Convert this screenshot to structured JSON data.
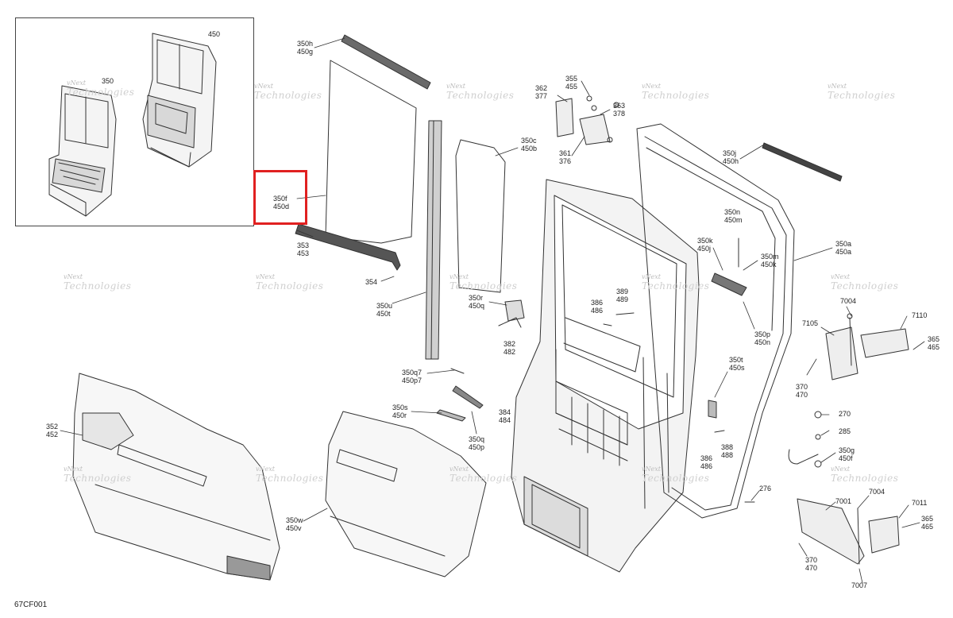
{
  "figure_code": "67CF001",
  "watermark": {
    "line1": "vNext",
    "line2": "Technologies"
  },
  "callouts": {
    "c450": [
      "450"
    ],
    "c350_inset": [
      "350"
    ],
    "c350h": [
      "350h",
      "450g"
    ],
    "c350f": [
      "350f",
      "450d"
    ],
    "c353": [
      "353",
      "453"
    ],
    "c354": [
      "354"
    ],
    "c350u": [
      "350u",
      "450t"
    ],
    "c350c": [
      "350c",
      "450b"
    ],
    "c362": [
      "362",
      "377"
    ],
    "c355": [
      "355",
      "455"
    ],
    "c363": [
      "363",
      "378"
    ],
    "c361": [
      "361",
      "376"
    ],
    "c350j": [
      "350j",
      "450h"
    ],
    "c350n": [
      "350n",
      "450m"
    ],
    "c350k": [
      "350k",
      "450j"
    ],
    "c350m": [
      "350m",
      "450k"
    ],
    "c350a": [
      "350a",
      "450a"
    ],
    "c350r": [
      "350r",
      "450q"
    ],
    "c389": [
      "389",
      "489"
    ],
    "c386a": [
      "386",
      "486"
    ],
    "c350p": [
      "350p",
      "450n"
    ],
    "c7004a": [
      "7004"
    ],
    "c7105": [
      "7105"
    ],
    "c7110": [
      "7110"
    ],
    "c365a": [
      "365",
      "465"
    ],
    "c382": [
      "382",
      "482"
    ],
    "c350q7": [
      "350q7",
      "450p7"
    ],
    "c384": [
      "384",
      "484"
    ],
    "c350t": [
      "350t",
      "450s"
    ],
    "c370a": [
      "370",
      "470"
    ],
    "c352": [
      "352",
      "452"
    ],
    "c350s": [
      "350s",
      "450r"
    ],
    "c350q": [
      "350q",
      "450p"
    ],
    "c270": [
      "270"
    ],
    "c285": [
      "285"
    ],
    "c386b": [
      "386",
      "486"
    ],
    "c388": [
      "388",
      "488"
    ],
    "c350g": [
      "350g",
      "450f"
    ],
    "c276": [
      "276"
    ],
    "c7004b": [
      "7004"
    ],
    "c7001": [
      "7001"
    ],
    "c7011": [
      "7011"
    ],
    "c365b": [
      "365",
      "465"
    ],
    "c370b": [
      "370",
      "470"
    ],
    "c7007": [
      "7007"
    ],
    "c350w": [
      "350w",
      "450v"
    ]
  }
}
